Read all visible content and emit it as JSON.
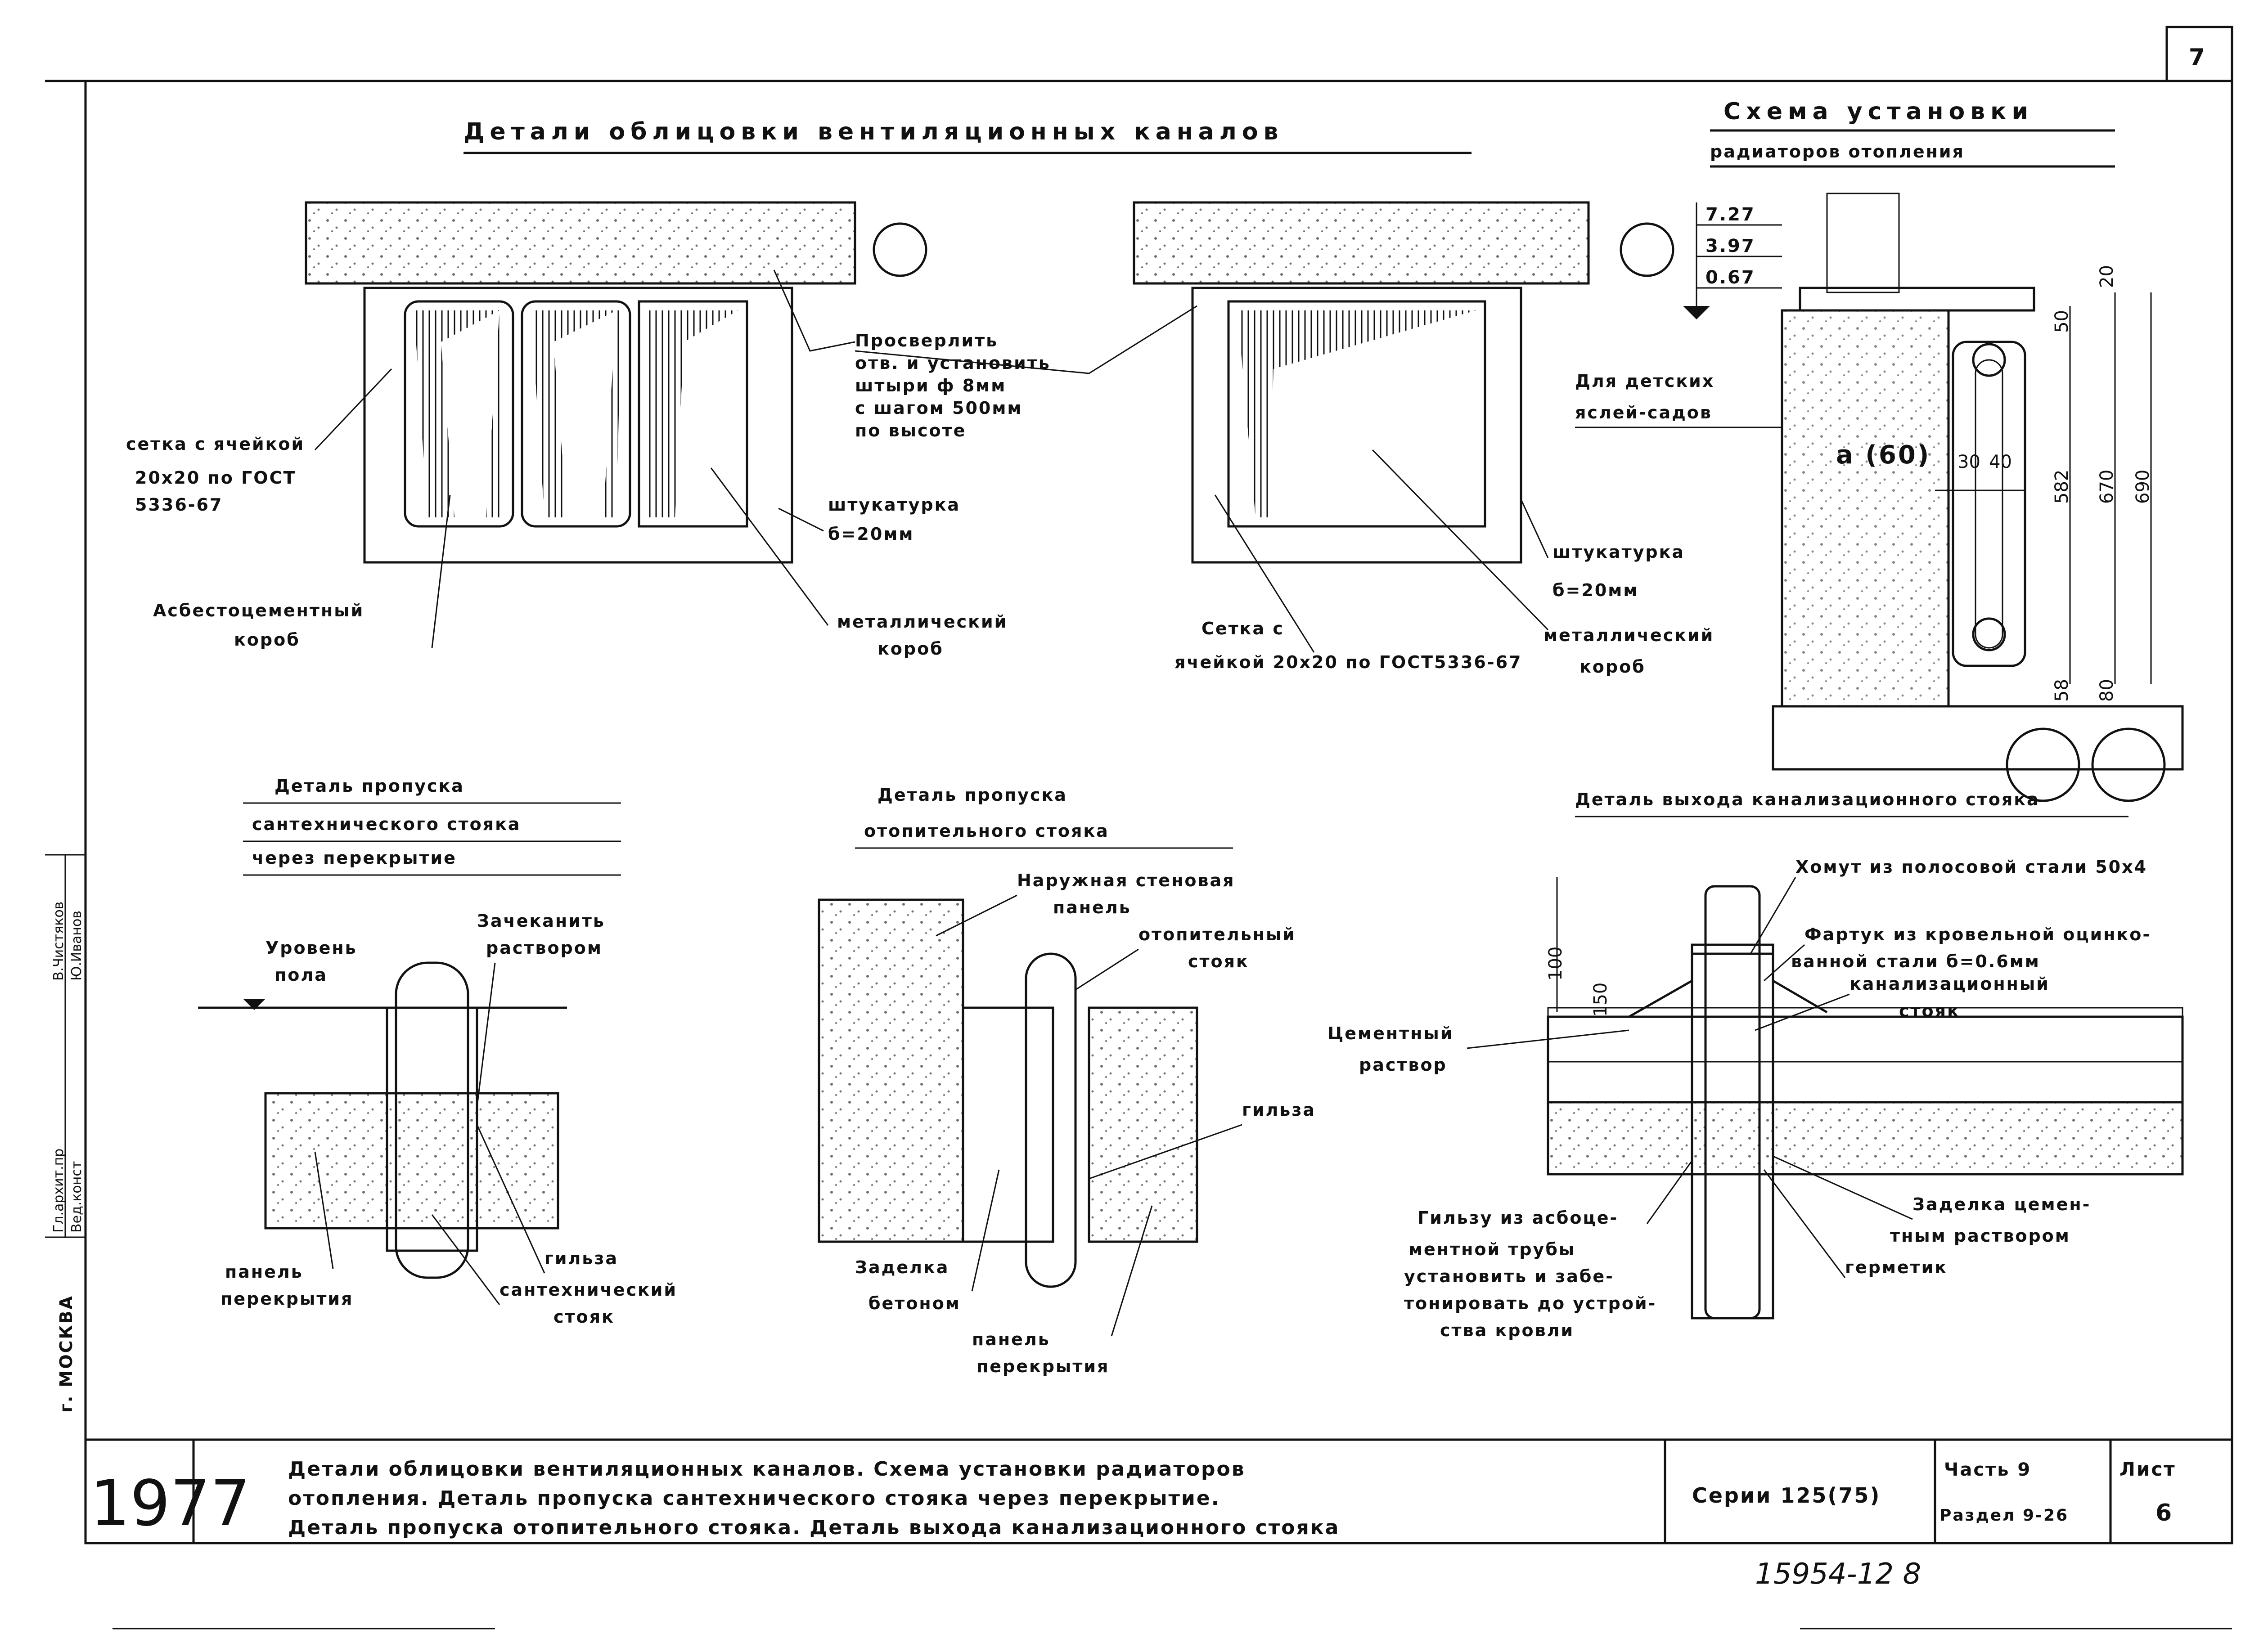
{
  "page_number": "7",
  "vent": {
    "title": "Детали облицовки вентиляционных каналов",
    "drill": [
      "Просверлить",
      "отв. и установить",
      "штыри ф 8мм",
      "с шагом 500мм",
      "по высоте"
    ],
    "mesh_left": [
      "сетка с ячейкой",
      "20х20 по ГОСТ",
      "5336-67"
    ],
    "plaster_left": [
      "штукатурка",
      "б=20мм"
    ],
    "asbestos_box": [
      "Асбестоцементный",
      "короб"
    ],
    "metal_box_left": [
      "металлический",
      "короб"
    ],
    "mesh_right": [
      "Сетка с",
      "ячейкой 20х20 по ГОСТ5336-67"
    ],
    "plaster_right": [
      "штукатурка",
      "б=20мм"
    ],
    "metal_box_right": [
      "металлический",
      "короб"
    ]
  },
  "radiator": {
    "title": [
      "Схема установки",
      "радиаторов отопления"
    ],
    "levels": [
      "7.27",
      "3.97",
      "0.67"
    ],
    "note": [
      "Для детских",
      "яслей-садов"
    ],
    "a_label": "а (60)",
    "dims": [
      "20",
      "50",
      "582",
      "670",
      "690",
      "30",
      "40",
      "58",
      "80"
    ]
  },
  "sanitary": {
    "title": [
      "Деталь пропуска",
      "сантехнического стояка",
      "через перекрытие"
    ],
    "floor_level": [
      "Уровень",
      "пола"
    ],
    "caulk": [
      "Зачеканить",
      "раствором"
    ],
    "panel": [
      "панель",
      "перекрытия"
    ],
    "sleeve": "гильза",
    "riser": [
      "сантехнический",
      "стояк"
    ]
  },
  "heating": {
    "title": [
      "Деталь пропуска",
      "отопительного стояка"
    ],
    "outer_panel": [
      "Наружная стеновая",
      "панель"
    ],
    "riser": [
      "отопительный",
      "стояк"
    ],
    "sleeve": "гильза",
    "seal": [
      "Заделка",
      "бетоном"
    ],
    "panel": [
      "панель",
      "перекрытия"
    ]
  },
  "sewer": {
    "title": "Деталь выхода канализационного стояка",
    "clamp": "Хомут из полосовой стали 50х4",
    "apron": [
      "Фартук из кровельной оцинко-",
      "ванной стали б=0.6мм"
    ],
    "riser": [
      "канализационный",
      "стояк"
    ],
    "mortar": [
      "Цементный",
      "раствор"
    ],
    "dims": [
      "100",
      "150"
    ],
    "sleeve": [
      "Гильзу из асбоце-",
      "ментной трубы",
      "установить и забе-",
      "тонировать до устрой-",
      "ства кровли"
    ],
    "seal": [
      "Заделка цемен-",
      "тным раствором"
    ],
    "sealant": "герметик"
  },
  "side_stamp": {
    "roles": [
      "Гл.архит.пр",
      "Вед.конст"
    ],
    "names": [
      "В.Чистяков",
      "Ю.Иванов"
    ],
    "city": "г. МОСКВА"
  },
  "title_block": {
    "year": "1977",
    "description": [
      "Детали облицовки вентиляционных каналов. Схема установки радиаторов",
      "отопления. Деталь пропуска сантехнического стояка через перекрытие.",
      "Деталь пропуска отопительного стояка. Деталь выхода канализационного стояка"
    ],
    "series": "Серии 125(75)",
    "part": "Часть 9",
    "section": "Раздел 9-26",
    "sheet_label": "Лист",
    "sheet_number": "6"
  },
  "footer_code": "15954-12  8"
}
